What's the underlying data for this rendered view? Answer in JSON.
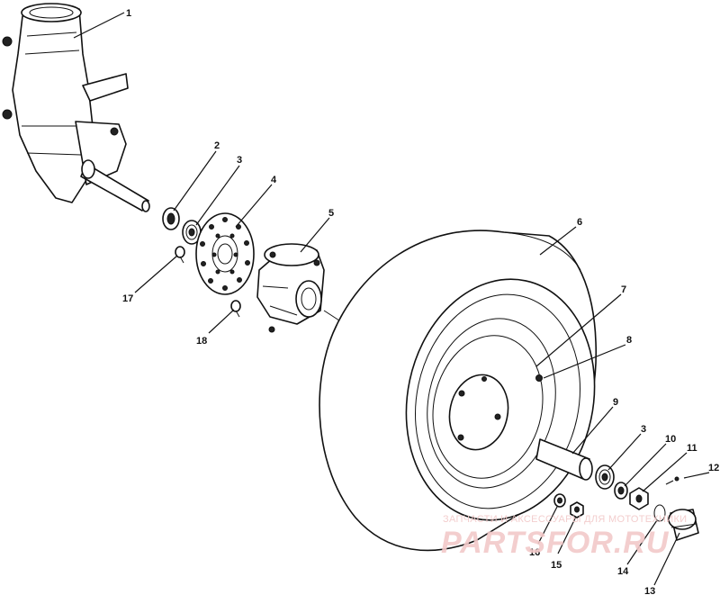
{
  "callouts": [
    {
      "id": "c1",
      "label": "1"
    },
    {
      "id": "c2",
      "label": "2"
    },
    {
      "id": "c3a",
      "label": "3"
    },
    {
      "id": "c4",
      "label": "4"
    },
    {
      "id": "c5",
      "label": "5"
    },
    {
      "id": "c6",
      "label": "6"
    },
    {
      "id": "c7",
      "label": "7"
    },
    {
      "id": "c8",
      "label": "8"
    },
    {
      "id": "c9",
      "label": "9"
    },
    {
      "id": "c3b",
      "label": "3"
    },
    {
      "id": "c10",
      "label": "10"
    },
    {
      "id": "c11",
      "label": "11"
    },
    {
      "id": "c12",
      "label": "12"
    },
    {
      "id": "c13",
      "label": "13"
    },
    {
      "id": "c14",
      "label": "14"
    },
    {
      "id": "c15",
      "label": "15"
    },
    {
      "id": "c16",
      "label": "16"
    },
    {
      "id": "c17",
      "label": "17"
    },
    {
      "id": "c18",
      "label": "18"
    }
  ],
  "watermark": {
    "tagline": "ЗАПЧАСТИ И АКСЕССУАРЫ ДЛЯ МОТОТЕХНИКИ",
    "logo": "PARTSFOR.RU",
    "color": "#f2c9c9"
  }
}
